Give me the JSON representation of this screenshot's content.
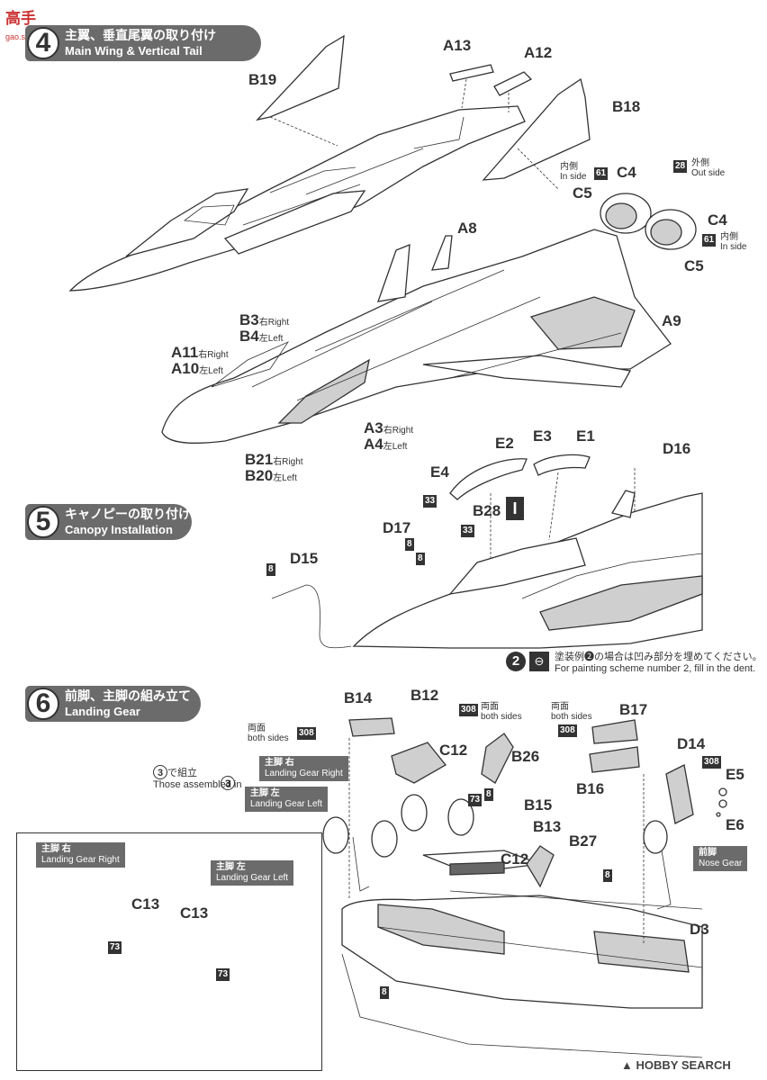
{
  "watermark_top": {
    "brand": "高手",
    "site": "gao.shou.com"
  },
  "watermark_bottom": {
    "brand": "HOBBY SEARCH"
  },
  "steps": [
    {
      "number": "4",
      "title_jp": "主翼、垂直尾翼の取り付け",
      "title_en": "Main Wing & Vertical Tail Installation"
    },
    {
      "number": "5",
      "title_jp": "キャノピーの取り付け",
      "title_en": "Canopy Installation"
    },
    {
      "number": "6",
      "title_jp": "前脚、主脚の組み立て",
      "title_en": "Landing Gear Installation"
    }
  ],
  "step4": {
    "parts": {
      "a13": "A13",
      "a12": "A12",
      "b19": "B19",
      "b18": "B18",
      "c4a": "C4",
      "c5a": "C5",
      "c4b": "C4",
      "c5b": "C5",
      "a8": "A8",
      "a9": "A9",
      "b3": "B3",
      "b3_sub": "右Right",
      "b4": "B4",
      "b4_sub": "左Left",
      "a11": "A11",
      "a11_sub": "右Right",
      "a10": "A10",
      "a10_sub": "左Left",
      "a3": "A3",
      "a3_sub": "右Right",
      "a4": "A4",
      "a4_sub": "左Left",
      "b21": "B21",
      "b21_sub": "右Right",
      "b20": "B20",
      "b20_sub": "左Left"
    },
    "paint": {
      "p61a": "61",
      "p28": "28",
      "p61b": "61"
    },
    "notes": {
      "in_side_jp_a": "内側",
      "in_side_en_a": "In side",
      "out_side_jp": "外側",
      "out_side_en": "Out side",
      "in_side_jp_b": "内側",
      "in_side_en_b": "In side"
    }
  },
  "step5": {
    "parts": {
      "e2": "E2",
      "e3": "E3",
      "e1": "E1",
      "e4": "E4",
      "d16": "D16",
      "b28": "B28",
      "d17": "D17",
      "d15": "D15"
    },
    "paint": {
      "p33a": "33",
      "p8a": "8",
      "p33b": "33",
      "p8b": "8",
      "p8c": "8"
    },
    "scheme_number": "2",
    "note_jp": "塗装例❷の場合は凹み部分を埋めてください。",
    "note_en": "For painting scheme number 2, fill in the dent."
  },
  "step6": {
    "parts": {
      "b14": "B14",
      "b12": "B12",
      "c12a": "C12",
      "b26": "B26",
      "b15": "B15",
      "b13": "B13",
      "c12b": "C12",
      "b27": "B27",
      "b17": "B17",
      "d14": "D14",
      "b16": "B16",
      "e5": "E5",
      "e6": "E6",
      "d3": "D3"
    },
    "paint": {
      "p308a": "308",
      "p308b": "308",
      "p308c": "308",
      "p308d": "308",
      "p73": "73",
      "p8a": "8",
      "p8b": "8",
      "p8c": "8"
    },
    "notes": {
      "both_sides_jp_a": "両面",
      "both_sides_en_a": "both sides",
      "both_sides_jp_b": "両面",
      "both_sides_en_b": "both sides",
      "both_sides_jp_c": "両面",
      "both_sides_en_c": "both sides",
      "assembled_jp": "で組立",
      "assembled_num": "3",
      "assembled_en": "Those assembled in",
      "assembled_num2": "3"
    },
    "tags": {
      "gear_right_jp": "主脚 右",
      "gear_right_en": "Landing Gear Right",
      "gear_left_jp": "主脚 左",
      "gear_left_en": "Landing Gear Left",
      "nose_jp": "前脚",
      "nose_en": "Nose Gear"
    },
    "inset": {
      "gear_right_jp": "主脚 右",
      "gear_right_en": "Landing Gear Right",
      "gear_left_jp": "主脚 左",
      "gear_left_en": "Landing Gear Left",
      "c13a": "C13",
      "c13b": "C13",
      "p73a": "73",
      "p73b": "73"
    }
  }
}
